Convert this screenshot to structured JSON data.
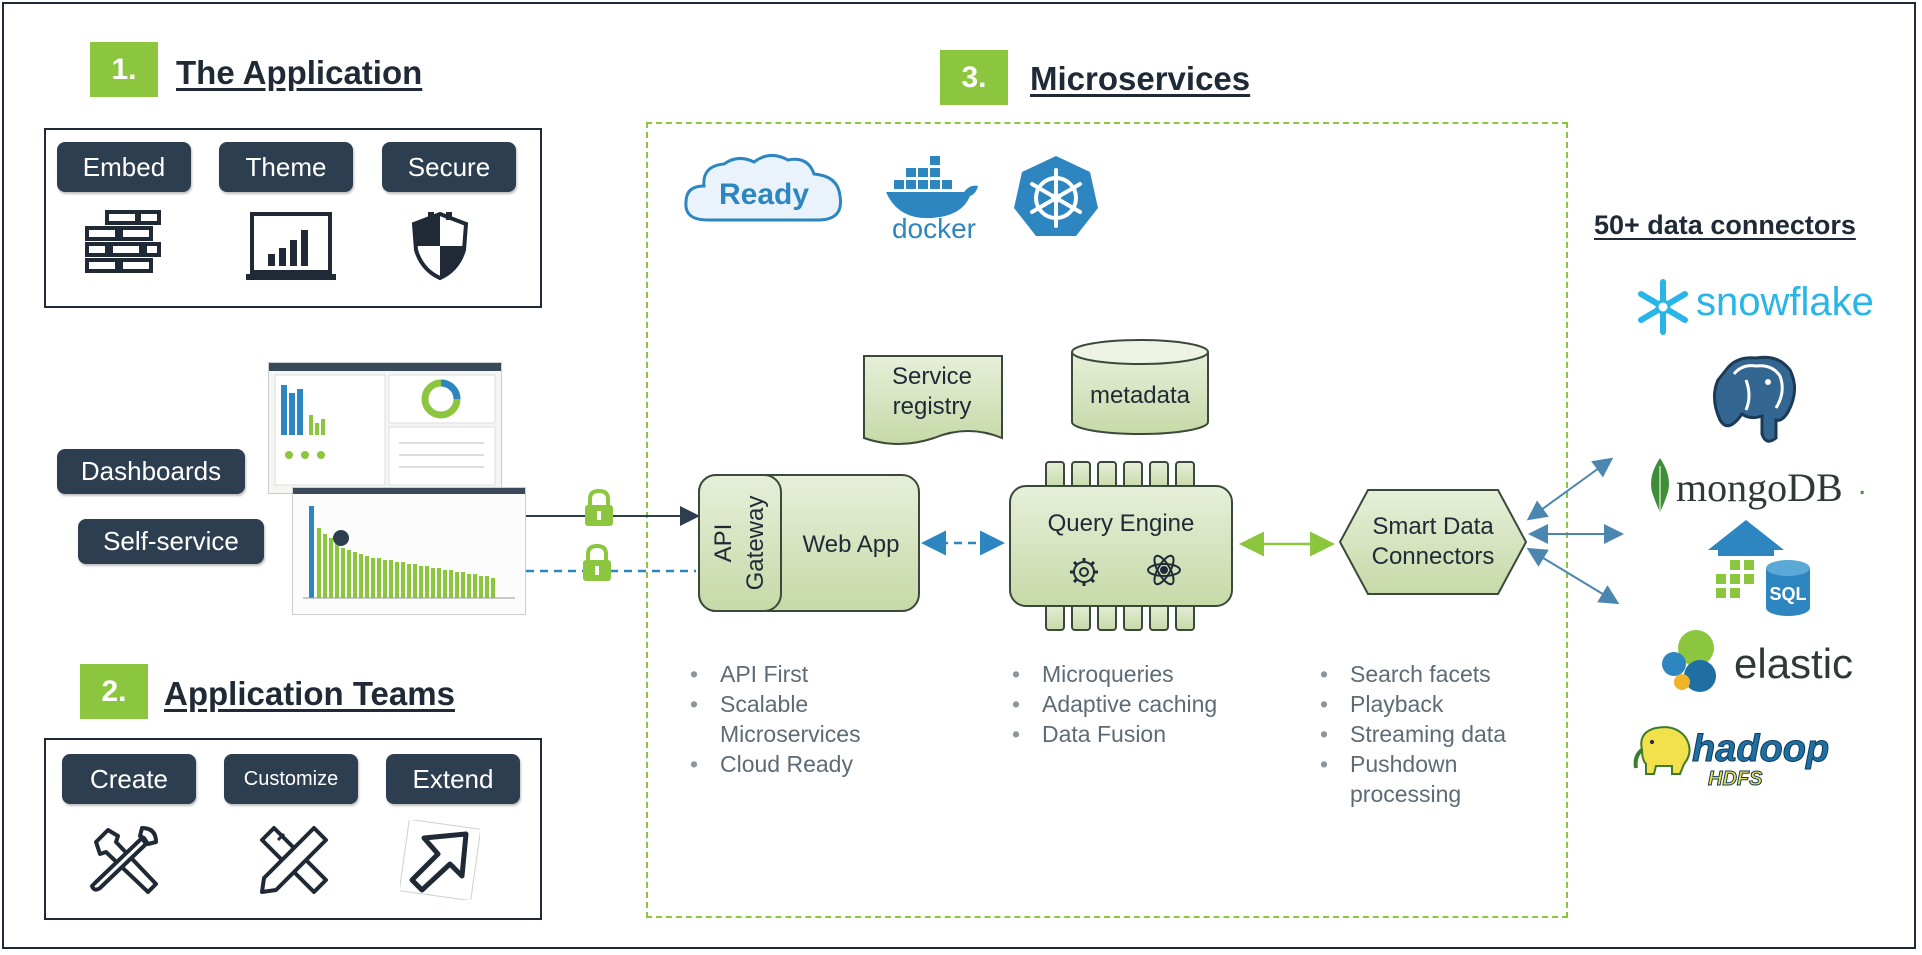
{
  "sections": {
    "application": {
      "number": "1.",
      "title": "The Application"
    },
    "teams": {
      "number": "2.",
      "title": "Application Teams"
    },
    "microservices": {
      "number": "3.",
      "title": "Microservices"
    }
  },
  "application_buttons": [
    "Embed",
    "Theme",
    "Secure"
  ],
  "dashboard_labels": [
    "Dashboards",
    "Self-service"
  ],
  "team_buttons": [
    "Create",
    "Customize",
    "Extend"
  ],
  "microservices": {
    "cloud_label": "Ready",
    "docker_label": "docker",
    "service_registry": "Service registry",
    "metadata": "metadata",
    "api_gateway": "API Gateway",
    "web_app": "Web App",
    "query_engine": "Query Engine",
    "smart_connectors": [
      "Smart Data",
      "Connectors"
    ]
  },
  "bullets": {
    "web_app": [
      "API First",
      "Scalable Microservices",
      "Cloud Ready"
    ],
    "query_engine": [
      "Microqueries",
      "Adaptive caching",
      "Data Fusion"
    ],
    "connectors": [
      "Search facets",
      "Playback",
      "Streaming data",
      "Pushdown processing"
    ]
  },
  "data_connectors": {
    "title": "50+ data connectors",
    "logos": {
      "snowflake": "snowflake",
      "mongodb": "mongoDB",
      "mongodb_mark": ".",
      "sql": "SQL",
      "elastic": "elastic",
      "hadoop": "hadoop",
      "hdfs": "HDFS"
    }
  },
  "colors": {
    "accent_green": "#8cc63f",
    "navy": "#2c3e50",
    "blue": "#2e86c1",
    "lock_green": "#8cc63f"
  }
}
